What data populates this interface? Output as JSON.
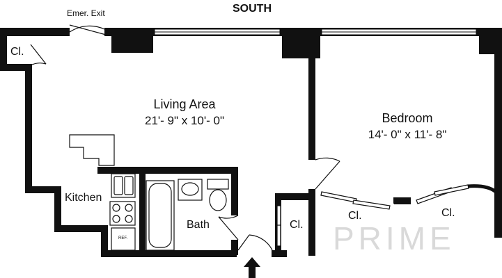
{
  "orientation": {
    "label": "SOUTH"
  },
  "labels": {
    "emergency_exit": "Emer. Exit",
    "closet_top_left": "Cl.",
    "closet_entry": "Cl.",
    "closet_bedroom_1": "Cl.",
    "closet_bedroom_2": "Cl.",
    "kitchen": "Kitchen",
    "bath": "Bath",
    "refrigerator": "REF."
  },
  "rooms": {
    "living_area": {
      "name": "Living Area",
      "dimensions": "21'- 9\" x 10'- 0\""
    },
    "bedroom": {
      "name": "Bedroom",
      "dimensions": "14'- 0\" x 11'- 8\""
    }
  },
  "watermark": "PRIME",
  "colors": {
    "wall": "#111111",
    "background": "#ffffff",
    "watermark": "#d9d9d9"
  }
}
